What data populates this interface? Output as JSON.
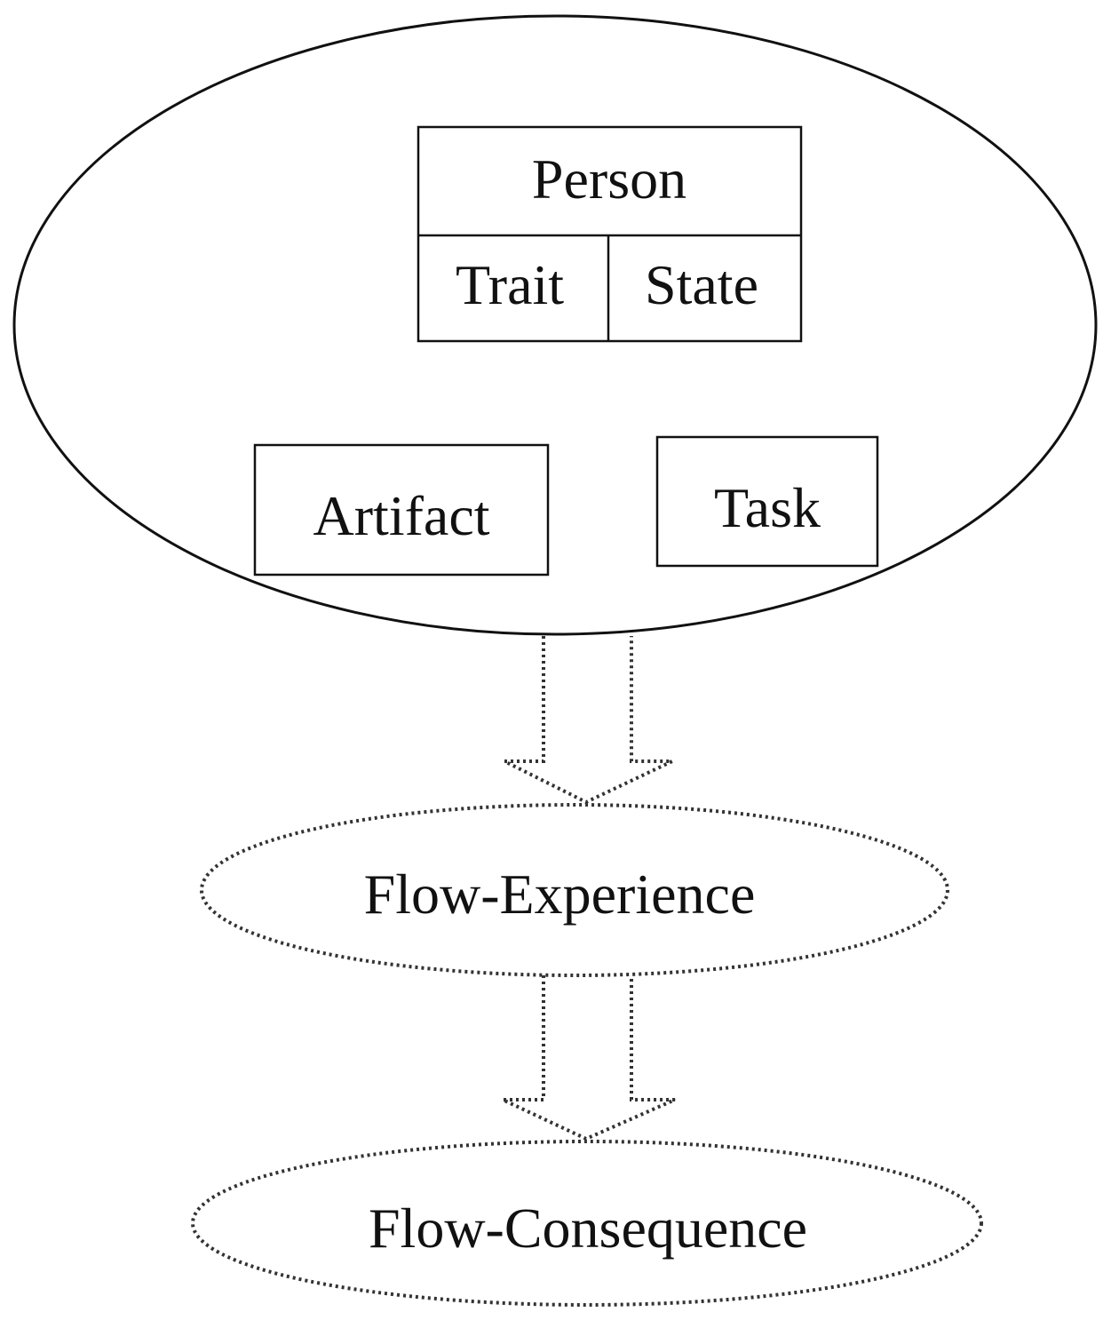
{
  "diagram": {
    "person": {
      "title": "Person",
      "trait": "Trait",
      "state": "State"
    },
    "artifact": "Artifact",
    "task": "Task",
    "flow_experience": "Flow-Experience",
    "flow_consequence": "Flow-Consequence"
  },
  "colors": {
    "stroke": "#111111",
    "background": "#ffffff"
  }
}
